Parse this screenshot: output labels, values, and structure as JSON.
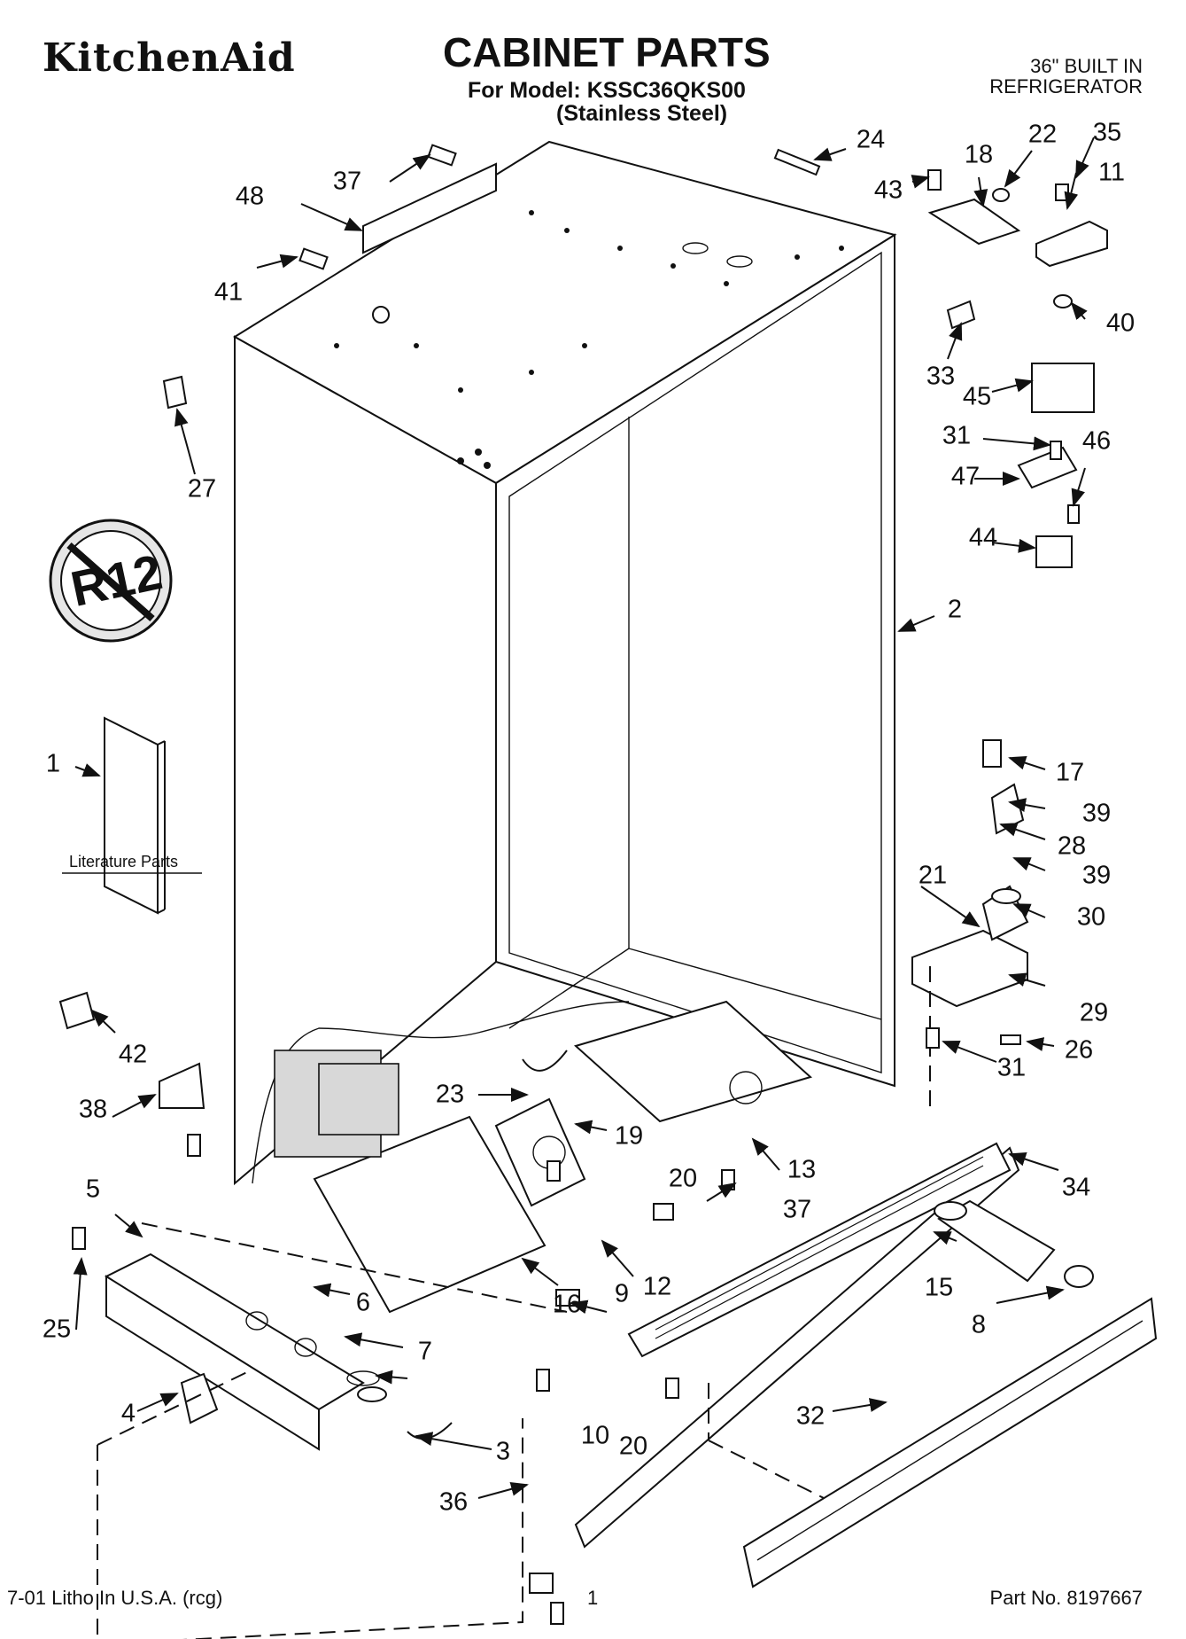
{
  "header": {
    "brand": "KitchenAid",
    "title": "CABINET PARTS",
    "model_line": "For Model: KSSC36QKS00",
    "finish_line": "(Stainless Steel)",
    "product_line1": "36\" BUILT IN",
    "product_line2": "REFRIGERATOR"
  },
  "emblem": {
    "text": "R12",
    "icon": "no-r12-icon"
  },
  "literature_label": "Literature Parts",
  "callouts": {
    "c1": "1",
    "c2": "2",
    "c3": "3",
    "c4": "4",
    "c5": "5",
    "c6": "6",
    "c7": "7",
    "c8": "8",
    "c9": "9",
    "c10": "10",
    "c11": "11",
    "c12": "12",
    "c13": "13",
    "c15": "15",
    "c16": "16",
    "c17": "17",
    "c18": "18",
    "c19": "19",
    "c20a": "20",
    "c20b": "20",
    "c21": "21",
    "c22": "22",
    "c23": "23",
    "c24": "24",
    "c25": "25",
    "c26": "26",
    "c27": "27",
    "c28": "28",
    "c29": "29",
    "c30": "30",
    "c31a": "31",
    "c31b": "31",
    "c32": "32",
    "c33": "33",
    "c34": "34",
    "c35": "35",
    "c36": "36",
    "c37a": "37",
    "c37b": "37",
    "c38": "38",
    "c39a": "39",
    "c39b": "39",
    "c40": "40",
    "c41": "41",
    "c42": "42",
    "c43": "43",
    "c44": "44",
    "c45": "45",
    "c46": "46",
    "c47": "47",
    "c48": "48"
  },
  "footer": {
    "litho": "7-01 Litho In U.S.A. (rcg)",
    "page": "1",
    "part_no": "Part No. 8197667"
  }
}
